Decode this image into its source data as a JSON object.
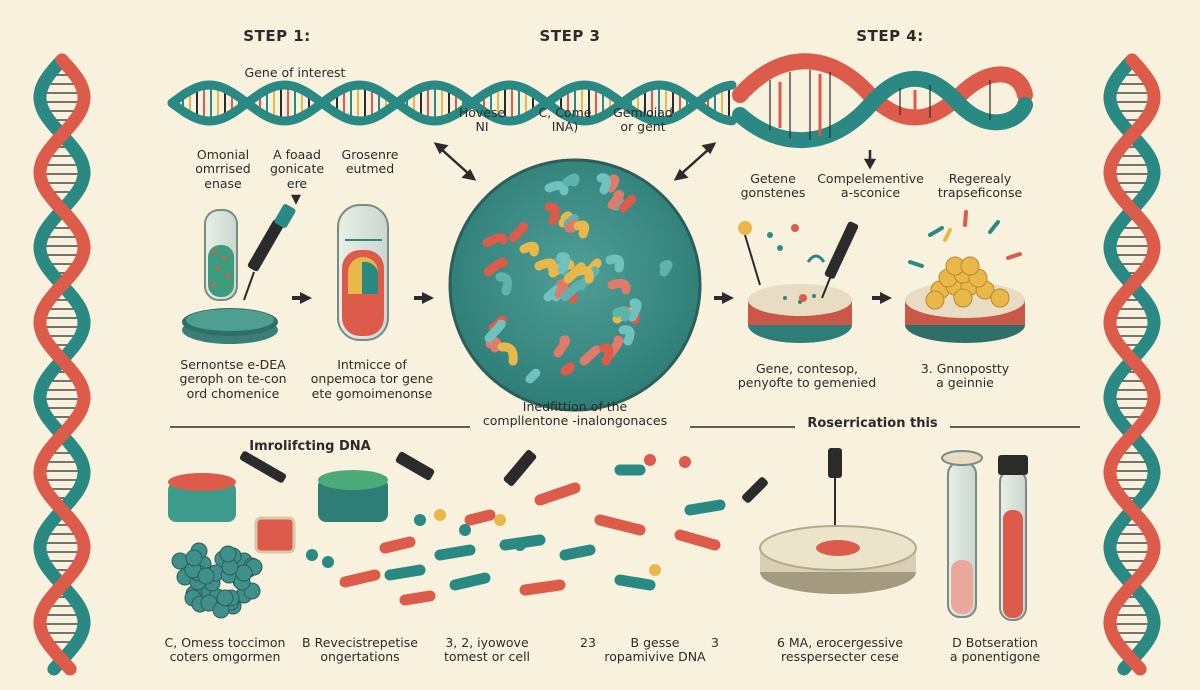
{
  "steps": {
    "s1": "STEP 1:",
    "s3": "STEP 3",
    "s4": "STEP 4:"
  },
  "top_labels": {
    "gene_of_interest": "Gene of interest",
    "hovese": "Hovese\nNI",
    "c_come": "C, Come\nINA)",
    "gemioiad": "Gemioiad\nor gent",
    "omonial": "Omonial\nomrrised\nenase",
    "a_foaad": "A foaad\ngonicate\nere",
    "grosenre": "Grosenre\neutmed",
    "getene": "Getene\ngonstenes",
    "complementive": "Compelementive\na-sconice",
    "regerealy": "Regerealy\ntrapseficonse"
  },
  "mid_labels": {
    "sernontse": "Sernontse e-DEA\ngeroph on te-con\nord chomenice",
    "intmicce": "Intmicce of\nonpemoca tor gene\nete gomoimenonse",
    "indefittion": "Inedfittion of the\ncompllentone -inalongonaces",
    "gene_contesop": "Gene, contesop,\npenyofte to gemenied",
    "gnnopostty": "3. Gnnopostty\na geinnie"
  },
  "sections": {
    "left": "Imrolifcting DNA",
    "right": "Roserrication this"
  },
  "bottom_labels": {
    "b1": "C, Omess toccimon\ncoters omgormen",
    "b2": "B Revecistrepetise\nongertations",
    "b3": "3, 2, iyowove\ntomest or cell",
    "b4": "23",
    "b5": "B gesse\nropamivive DNA",
    "b6": "3",
    "b7": "6 MA, erocergessive\nresspersecter cese",
    "b8": "D Botseration\na ponentigone"
  },
  "colors": {
    "background": "#f7f1de",
    "teal": "#2a8a83",
    "coral": "#dc5b4a",
    "dark": "#2b2b2b",
    "yellow": "#e8b84a",
    "dish": "#3a7e78"
  },
  "icons": [
    "dna-helix-icon",
    "test-tube-icon",
    "pipette-icon",
    "petri-dish-icon",
    "arrow-right-icon",
    "bacteria-cluster-icon",
    "cell-colony-icon"
  ]
}
